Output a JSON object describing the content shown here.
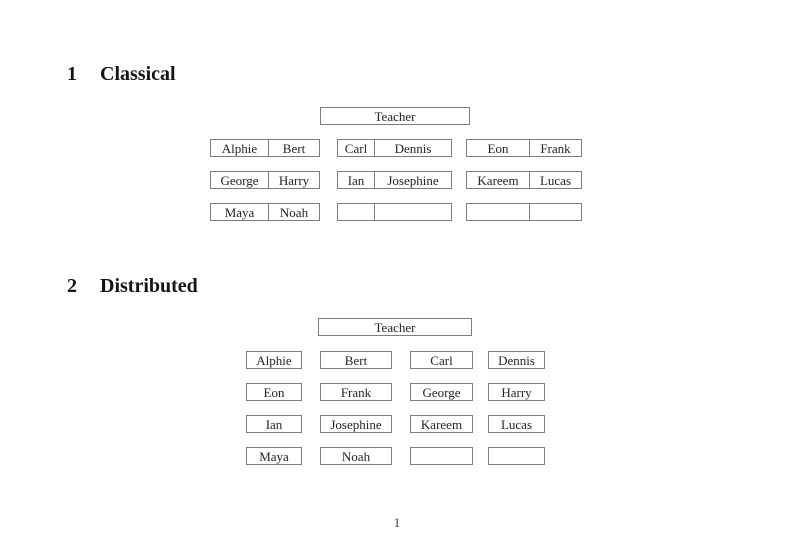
{
  "doc": {
    "page_number": "1"
  },
  "classical": {
    "heading_number": "1",
    "heading_title": "Classical",
    "teacher": "Teacher",
    "rows": [
      {
        "desks": [
          {
            "cells": [
              "Alphie",
              "Bert"
            ]
          },
          {
            "cells": [
              "Carl",
              "Dennis"
            ]
          },
          {
            "cells": [
              "Eon",
              "Frank"
            ]
          }
        ]
      },
      {
        "desks": [
          {
            "cells": [
              "George",
              "Harry"
            ]
          },
          {
            "cells": [
              "Ian",
              "Josephine"
            ]
          },
          {
            "cells": [
              "Kareem",
              "Lucas"
            ]
          }
        ]
      },
      {
        "desks": [
          {
            "cells": [
              "Maya",
              "Noah"
            ]
          },
          {
            "cells": [
              "",
              ""
            ]
          },
          {
            "cells": [
              "",
              ""
            ]
          }
        ]
      }
    ]
  },
  "distributed": {
    "heading_number": "2",
    "heading_title": "Distributed",
    "teacher": "Teacher",
    "rows": [
      {
        "desks": [
          "Alphie",
          "Bert",
          "Carl",
          "Dennis"
        ]
      },
      {
        "desks": [
          "Eon",
          "Frank",
          "George",
          "Harry"
        ]
      },
      {
        "desks": [
          "Ian",
          "Josephine",
          "Kareem",
          "Lucas"
        ]
      },
      {
        "desks": [
          "Maya",
          "Noah",
          "",
          ""
        ]
      }
    ]
  }
}
